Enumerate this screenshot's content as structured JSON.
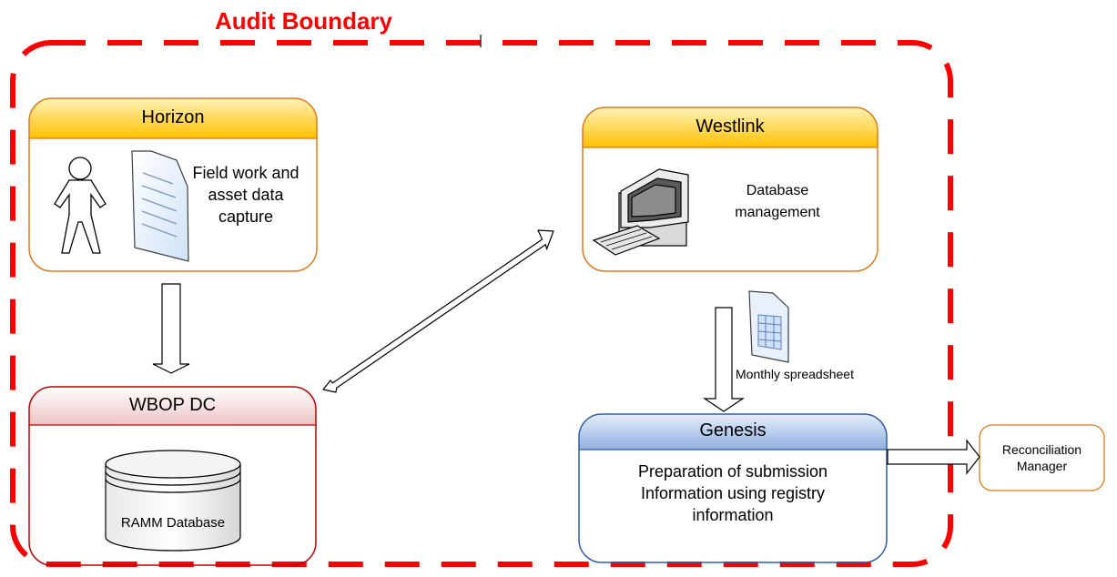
{
  "title": "Audit Boundary",
  "boundary_mark": "I",
  "horizon": {
    "header": "Horizon",
    "body": [
      "Field work and",
      "asset data",
      "capture"
    ],
    "icons": [
      "person-icon",
      "document-icon"
    ]
  },
  "westlink": {
    "header": "Westlink",
    "body": [
      "Database",
      "management"
    ],
    "icons": [
      "computer-icon"
    ]
  },
  "wbop": {
    "header": "WBOP DC",
    "database_label": "RAMM Database",
    "icons": [
      "database-icon"
    ]
  },
  "genesis": {
    "header": "Genesis",
    "body": [
      "Preparation of submission",
      "Information using registry",
      "information"
    ]
  },
  "spreadsheet": {
    "label": "Monthly spreadsheet",
    "icons": [
      "spreadsheet-icon"
    ]
  },
  "reconciliation": {
    "body": [
      "Reconciliation",
      "Manager"
    ]
  },
  "colors": {
    "boundary": "#ff0000",
    "orange_border": "#e07a1a",
    "orange_header_top": "#fff2b0",
    "orange_header_bottom": "#ffc000",
    "red_border": "#c00000",
    "red_header": "#f4d6d6",
    "blue_border": "#2e5ea8",
    "blue_header": "#a9c4ea"
  }
}
